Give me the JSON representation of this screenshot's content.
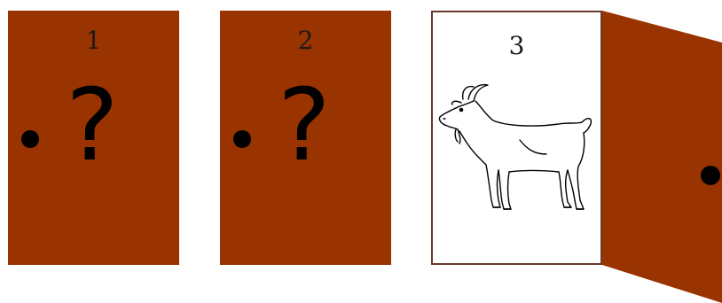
{
  "colors": {
    "door": "#993300",
    "frame_border": "#6b3a2a",
    "knob": "#000000"
  },
  "doors": [
    {
      "number": "1",
      "content": "?"
    },
    {
      "number": "2",
      "content": "?"
    },
    {
      "number": "3",
      "content": "goat-illustration",
      "state": "open"
    }
  ]
}
